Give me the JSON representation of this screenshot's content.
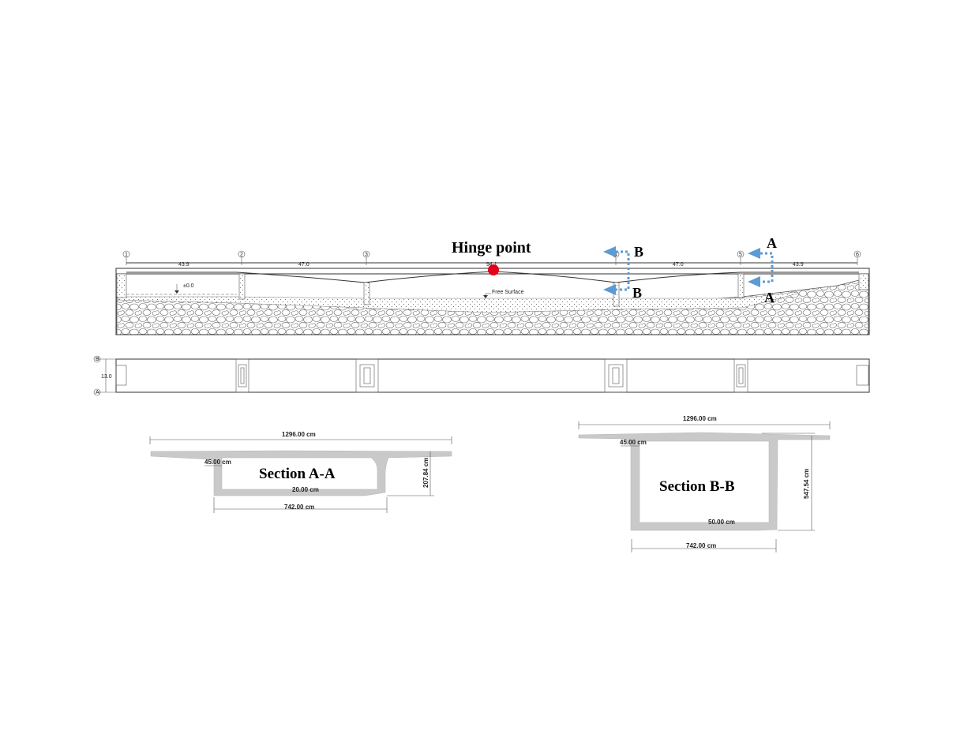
{
  "labels": {
    "hinge": "Hinge point",
    "section_a_letter": "A",
    "section_b_letter": "B",
    "free_surface": "Free Surface",
    "level": "±0.0",
    "mid_value": "94.1",
    "plan_width": "13.0"
  },
  "axes": [
    "1",
    "2",
    "3",
    "4",
    "5",
    "6"
  ],
  "plan_axes": [
    "A",
    "B"
  ],
  "spans": [
    "43.9",
    "47.0",
    "47.0",
    "43.9"
  ],
  "section_a": {
    "title": "Section A-A",
    "top_width": "1296.00 cm",
    "web": "45.00 cm",
    "bottom_slab": "20.00 cm",
    "height": "207.84 cm",
    "bottom_width": "742.00 cm"
  },
  "section_b": {
    "title": "Section B-B",
    "top_width": "1296.00 cm",
    "web": "45.00 cm",
    "bottom_slab": "50.00 cm",
    "height": "547.54 cm",
    "bottom_width": "742.00 cm"
  },
  "colors": {
    "arrow": "#5b9bd5",
    "hinge": "#e3001b",
    "concrete": "#c9c9c9"
  }
}
